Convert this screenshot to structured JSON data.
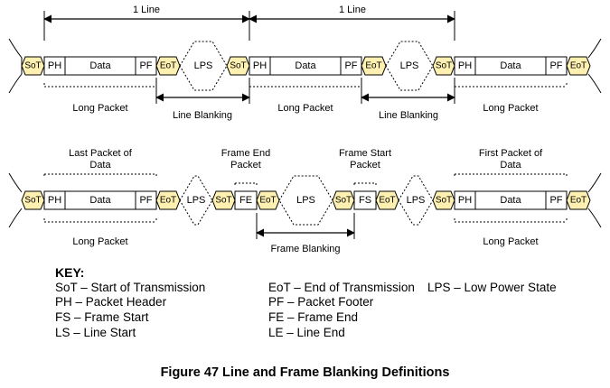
{
  "timing_row1": {
    "spans": [
      "1 Line",
      "1 Line"
    ],
    "blocks": {
      "sot": "SoT",
      "ph": "PH",
      "data": "Data",
      "pf": "PF",
      "eot": "EoT",
      "lps": "LPS"
    },
    "brackets": [
      "Long Packet",
      "Long Packet",
      "Long Packet"
    ],
    "blanking": [
      "Line Blanking",
      "Line Blanking"
    ]
  },
  "timing_row2": {
    "top_labels": {
      "last_packet": "Last Packet of Data",
      "frame_end": "Frame End Packet",
      "frame_start": "Frame Start Packet",
      "first_packet": "First Packet of Data"
    },
    "blocks": {
      "sot": "SoT",
      "ph": "PH",
      "data": "Data",
      "pf": "PF",
      "eot": "EoT",
      "lps": "LPS",
      "fe": "FE",
      "fs": "FS"
    },
    "brackets": [
      "Long Packet",
      "Long Packet"
    ],
    "blanking": "Frame Blanking"
  },
  "key": {
    "title": "KEY:",
    "items": [
      "SoT – Start of Transmission",
      "EoT – End of Transmission",
      "LPS – Low Power State",
      "PH – Packet Header",
      "PF – Packet Footer",
      "FS – Frame Start",
      "FE – Frame End",
      "LS – Line Start",
      "LE – Line End"
    ]
  },
  "caption": "Figure 47 Line and Frame Blanking Definitions",
  "colors": {
    "sot_eot_fill": "#fdf0b0",
    "stroke": "#000000",
    "background": "#ffffff"
  }
}
